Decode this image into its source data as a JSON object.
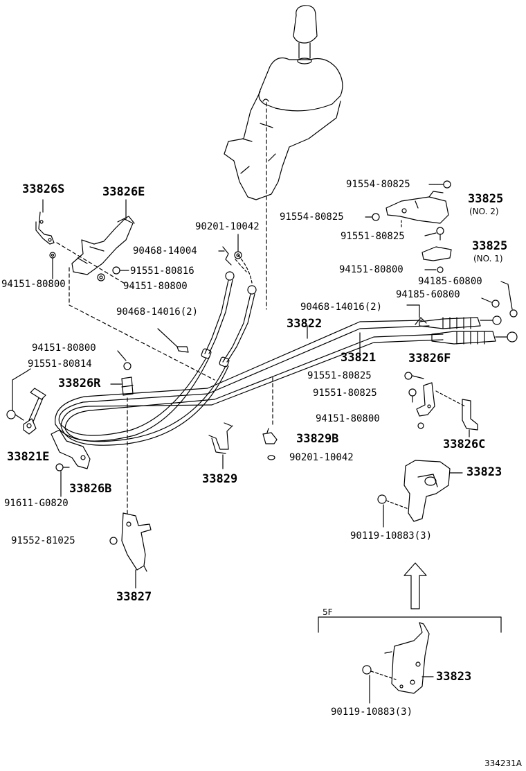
{
  "parts": {
    "p33826S": "33826S",
    "p33826E": "33826E",
    "p94151_80800_a": "94151-80800",
    "p91551_80816": "91551-80816",
    "p94151_80800_b": "94151-80800",
    "p90201_10042_a": "90201-10042",
    "p90468_14004": "90468-14004",
    "p90468_14016_a": "90468-14016(2)",
    "p94151_80800_c": "94151-80800",
    "p91551_80814": "91551-80814",
    "p33826R": "33826R",
    "p33821E": "33821E",
    "p91611_G0820": "91611-G0820",
    "p33826B": "33826B",
    "p91552_81025": "91552-81025",
    "p33827": "33827",
    "p33829": "33829",
    "p33829B": "33829B",
    "p90201_10042_b": "90201-10042",
    "p33822": "33822",
    "p33821": "33821",
    "p91554_80825_a": "91554-80825",
    "p91554_80825_b": "91554-80825",
    "p33825_no2": "33825",
    "p33825_no2_sub": "(NO. 2)",
    "p91551_80825_a": "91551-80825",
    "p33825_no1": "33825",
    "p33825_no1_sub": "(NO. 1)",
    "p94151_80800_d": "94151-80800",
    "p94185_60800_a": "94185-60800",
    "p94185_60800_b": "94185-60800",
    "p90468_14016_b": "90468-14016(2)",
    "p33826F": "33826F",
    "p91551_80825_b": "91551-80825",
    "p91551_80825_c": "91551-80825",
    "p94151_80800_e": "94151-80800",
    "p33826C": "33826C",
    "p33823_a": "33823",
    "p90119_10883_a": "90119-10883(3)",
    "p5F": "5F",
    "p33823_b": "33823",
    "p90119_10883_b": "90119-10883(3)"
  },
  "figure_id": "334231A",
  "icons": {
    "arrow": "up-arrow-icon",
    "bolt": "bolt-icon",
    "nut": "nut-icon",
    "clip": "clip-icon"
  },
  "line_color": "#000000"
}
